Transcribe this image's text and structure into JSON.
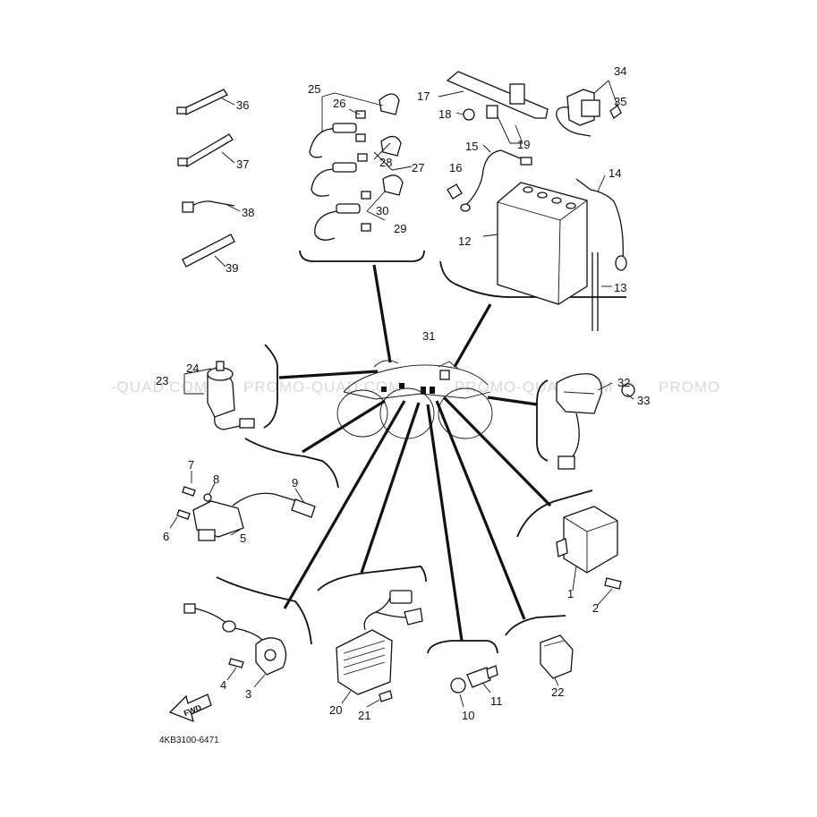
{
  "watermark": [
    "-QUAD.COM",
    "PROMO-QUAD.COM",
    "PROMO-QUAD.COM",
    "PROMO"
  ],
  "diagram_code": "4KB3100-6471",
  "fwd_arrow_text": "FWD",
  "callouts": {
    "n1": "1",
    "n2": "2",
    "n3": "3",
    "n4": "4",
    "n5": "5",
    "n6": "6",
    "n7": "7",
    "n8": "8",
    "n9": "9",
    "n10": "10",
    "n11": "11",
    "n12": "12",
    "n13": "13",
    "n14": "14",
    "n15": "15",
    "n16": "16",
    "n17": "17",
    "n18": "18",
    "n19": "19",
    "n20": "20",
    "n21": "21",
    "n22": "22",
    "n23": "23",
    "n24": "24",
    "n25": "25",
    "n26": "26",
    "n27": "27",
    "n28": "28",
    "n29": "29",
    "n30": "30",
    "n31": "31",
    "n32": "32",
    "n33": "33",
    "n34": "34",
    "n35": "35",
    "n36": "36",
    "n37": "37",
    "n38": "38",
    "n39": "39"
  }
}
